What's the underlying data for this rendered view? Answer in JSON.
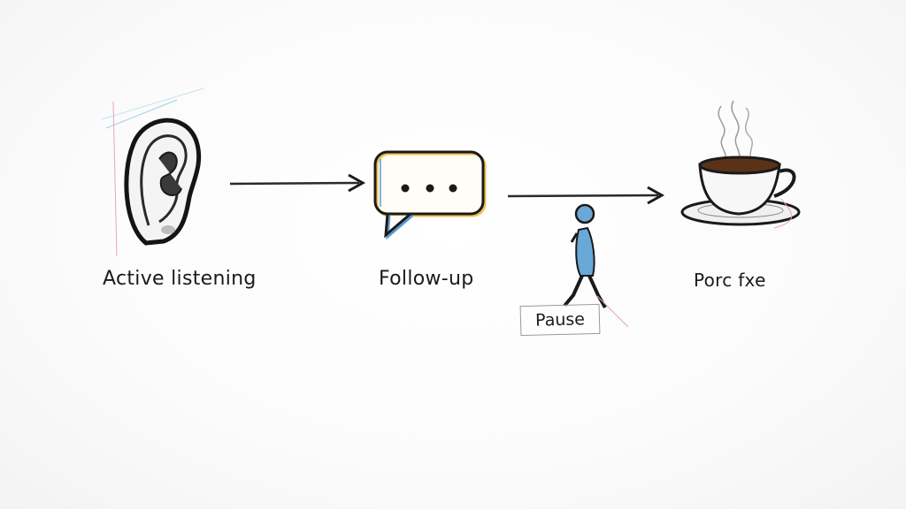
{
  "diagram": {
    "type": "flow",
    "steps": [
      {
        "id": "step-1",
        "icon": "ear-icon",
        "label": "Active listening"
      },
      {
        "id": "step-2",
        "icon": "speech-bubble-icon",
        "label": "Follow-up"
      },
      {
        "id": "step-3",
        "icon": "coffee-cup-icon",
        "label": "Porc fxe"
      }
    ],
    "connectors": [
      {
        "from": "step-1",
        "to": "step-2",
        "style": "arrow"
      },
      {
        "from": "step-2",
        "to": "step-3",
        "style": "arrow",
        "annotation": {
          "icon": "walking-person-icon",
          "label": "Pause"
        }
      }
    ],
    "colors": {
      "ink": "#1a1a1a",
      "person_blue": "#6aa8d8",
      "bubble_blue": "#5b9bd5",
      "bubble_yellow": "#f2c14e",
      "coffee": "#5a3218",
      "pink_accent": "#e8a0b8"
    }
  }
}
